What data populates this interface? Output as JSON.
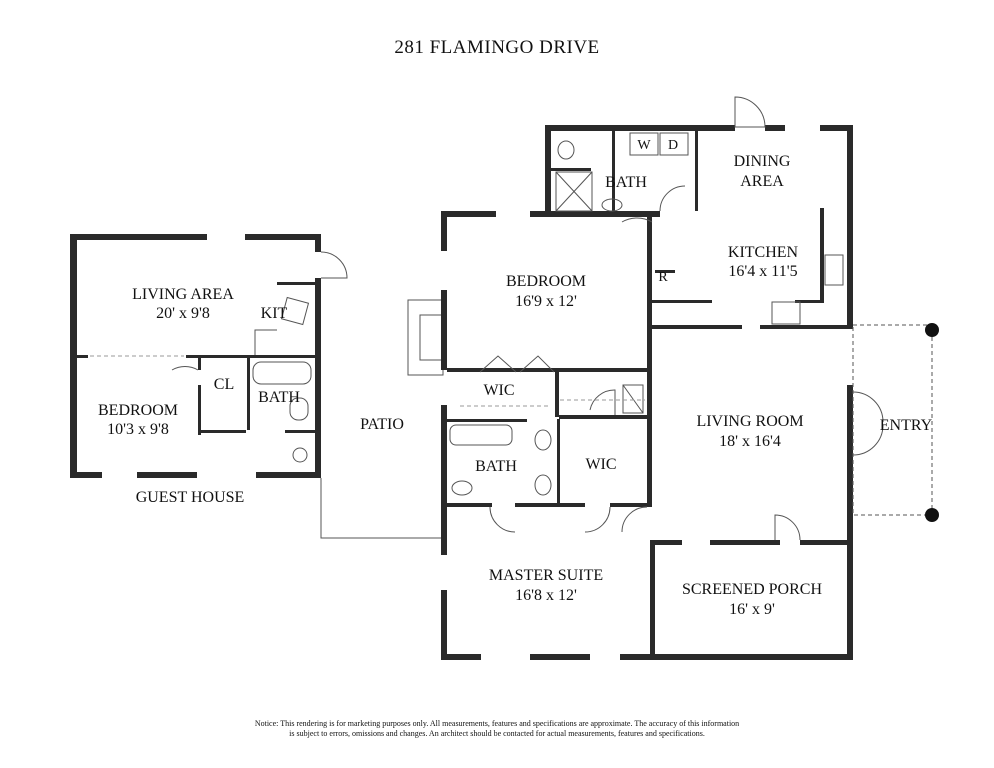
{
  "title": "281 FLAMINGO DRIVE",
  "rooms": {
    "dining": "DINING AREA",
    "laundry_w": "W",
    "laundry_d": "D",
    "bath_top": "BATH",
    "kitchen": {
      "name": "KITCHEN",
      "size": "16'4 x 11'5"
    },
    "refrigerator": "R",
    "bedroom": {
      "name": "BEDROOM",
      "size": "16'9 x 12'"
    },
    "wic1": "WIC",
    "living_room": {
      "name": "LIVING ROOM",
      "size": "18' x 16'4"
    },
    "entry": "ENTRY",
    "bath_master": "BATH",
    "wic2": "WIC",
    "master_suite": {
      "name": "MASTER SUITE",
      "size": "16'8 x 12'"
    },
    "screened_porch": {
      "name": "SCREENED PORCH",
      "size": "16' x 9'"
    },
    "patio": "PATIO"
  },
  "guest_house": {
    "label": "GUEST HOUSE",
    "living_area": {
      "name": "LIVING AREA",
      "size": "20' x 9'8"
    },
    "kit": "KIT",
    "cl": "CL",
    "bath": "BATH",
    "bedroom": {
      "name": "BEDROOM",
      "size": "10'3 x 9'8"
    }
  },
  "notice": {
    "line1": "Notice: This rendering is for marketing purposes only. All measurements, features and specifications are approximate. The accuracy of this information",
    "line2": "is subject to errors, omissions and changes. An architect should be contacted for actual measurements, features and specifications."
  }
}
